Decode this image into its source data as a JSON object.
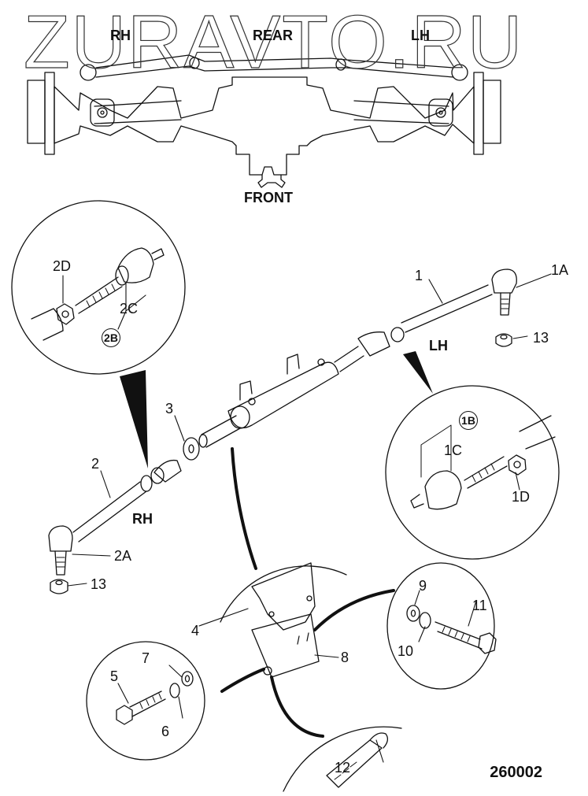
{
  "watermark": "ZURAVTO.RU",
  "axle_view": {
    "labels": {
      "rh": "RH",
      "rear": "REAR",
      "lh": "LH",
      "front": "FRONT"
    }
  },
  "callouts": {
    "p1": "1",
    "p1a": "1A",
    "p1b": "1B",
    "p1c": "1C",
    "p1d": "1D",
    "p2": "2",
    "p2a": "2A",
    "p2b": "2B",
    "p2c": "2C",
    "p2d": "2D",
    "p3": "3",
    "p4": "4",
    "p5": "5",
    "p6": "6",
    "p7": "7",
    "p8": "8",
    "p9": "9",
    "p10": "10",
    "p11": "11",
    "p12": "12",
    "p13_left": "13",
    "p13_right": "13"
  },
  "side_labels": {
    "lh": "LH",
    "rh": "RH"
  },
  "figure_number": "260002"
}
